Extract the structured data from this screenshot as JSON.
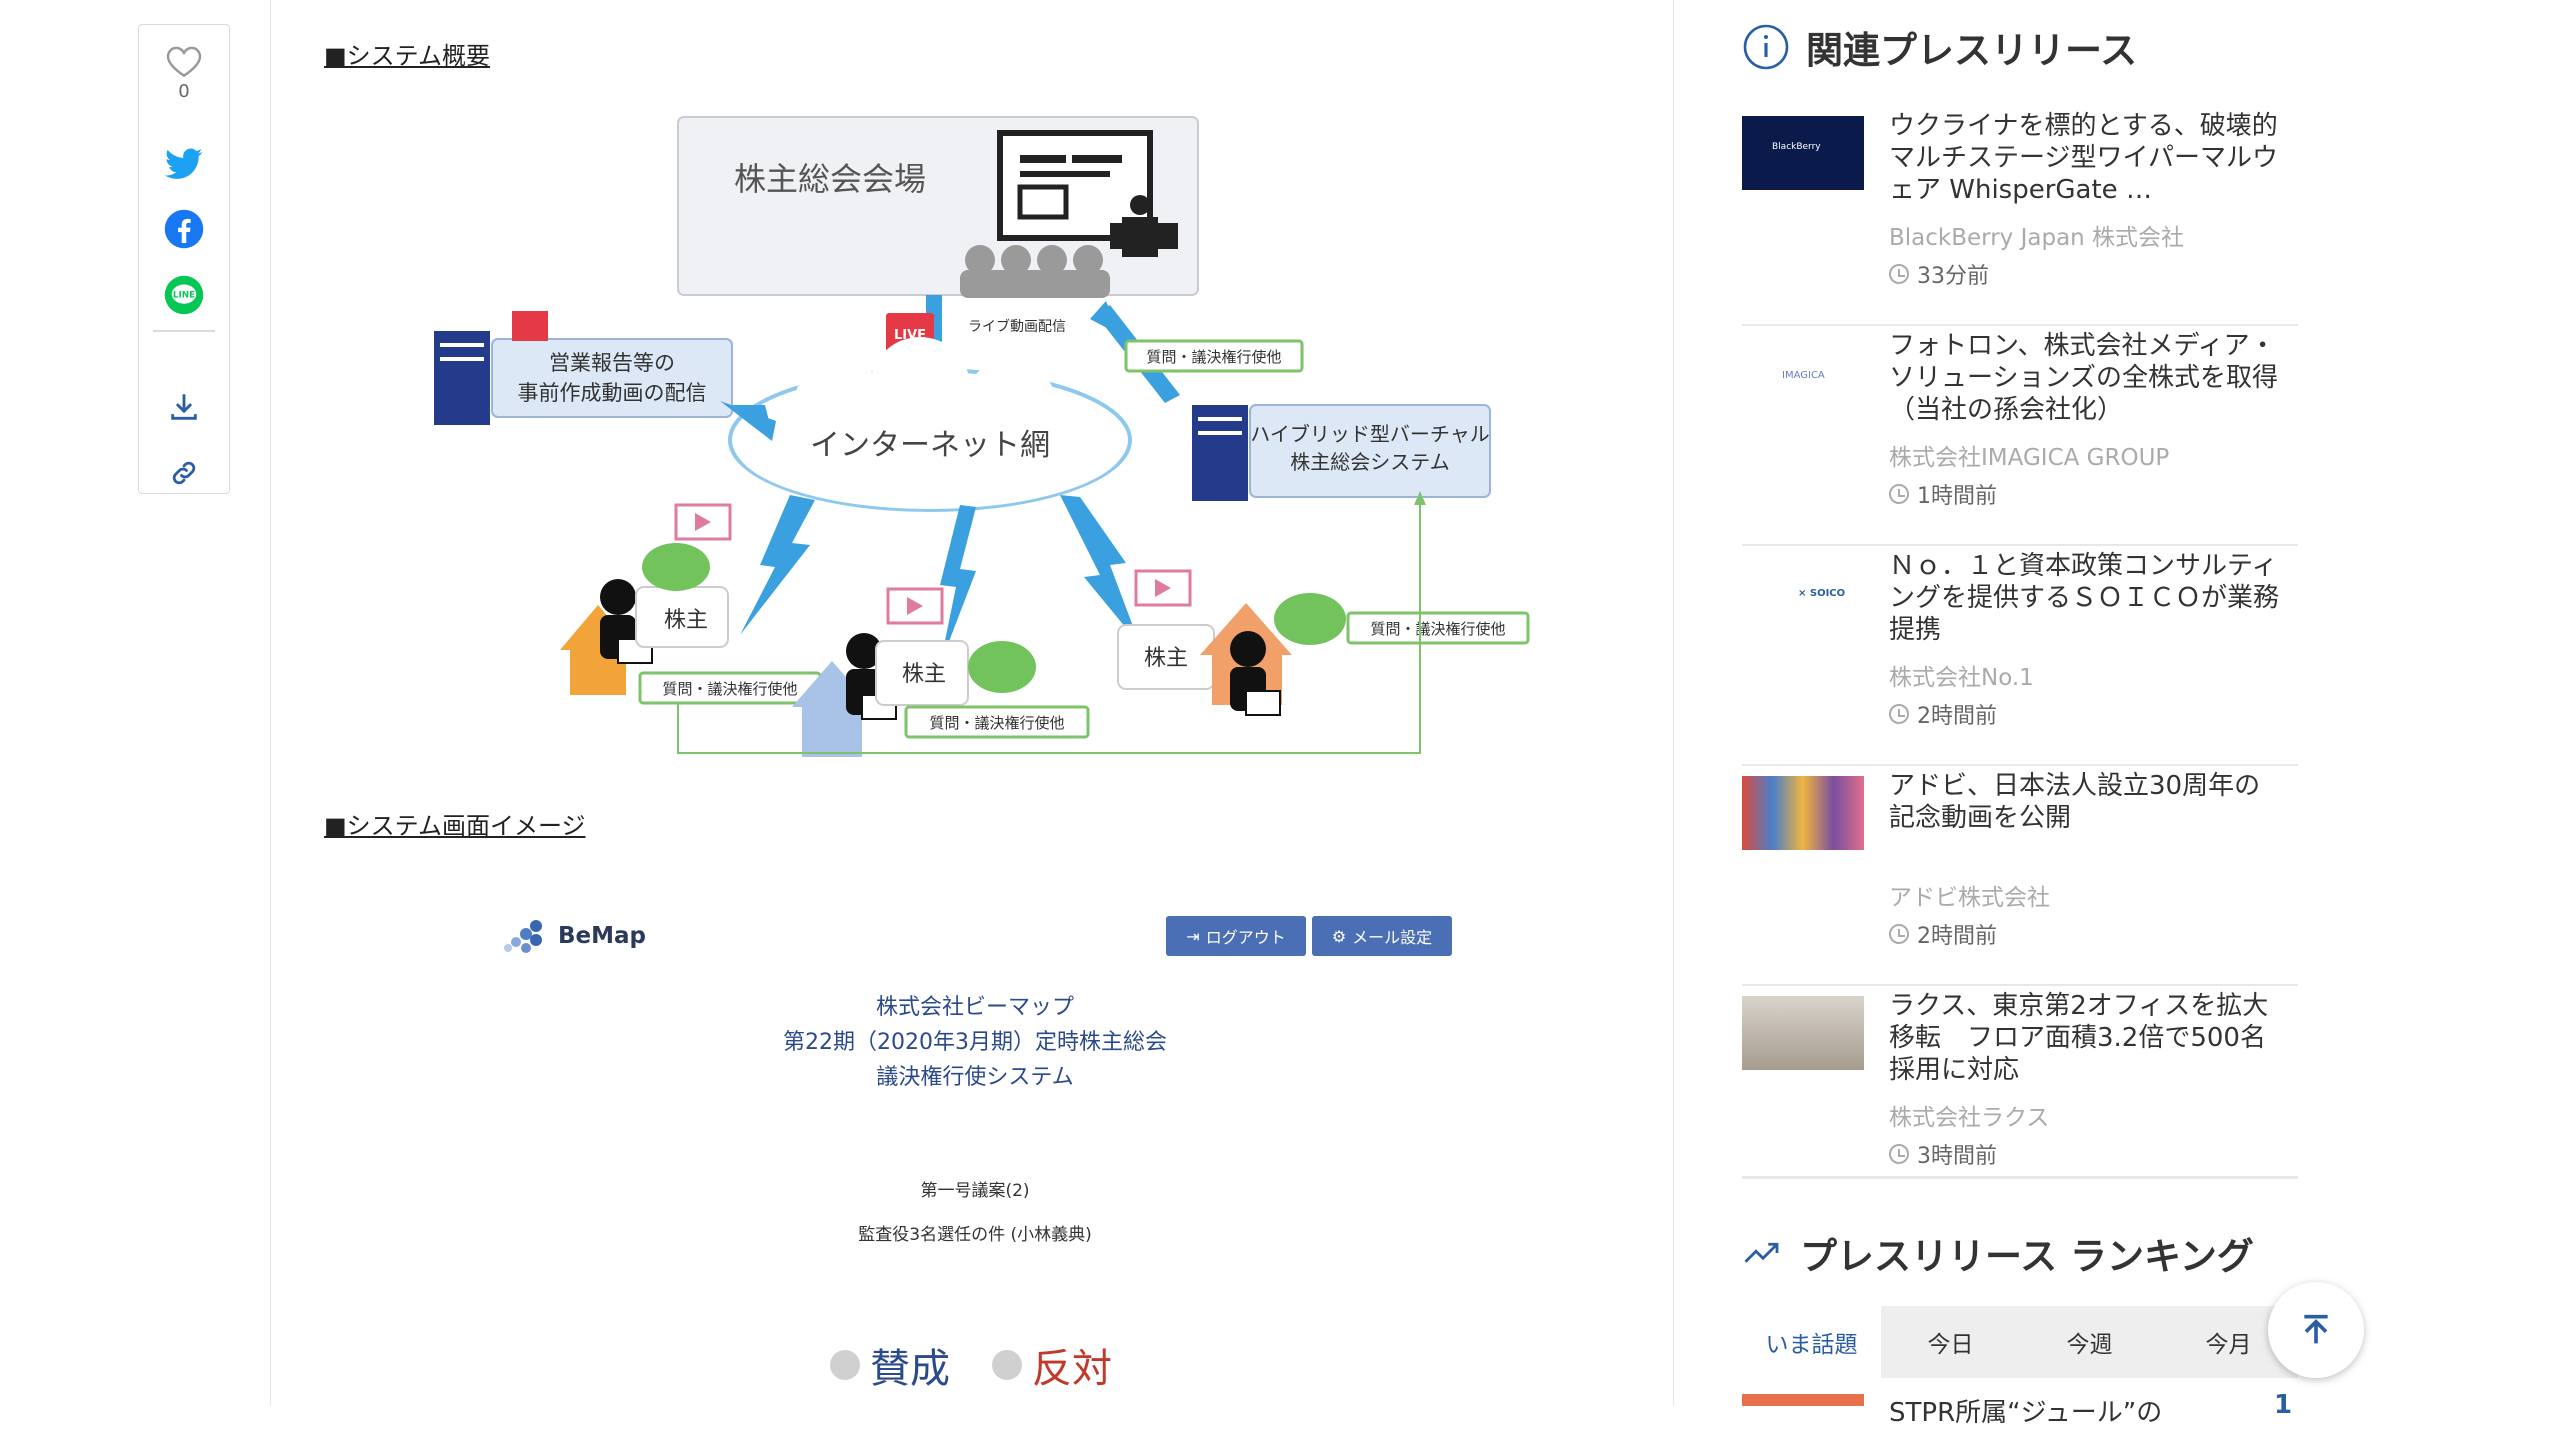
{
  "share": {
    "like_count": "0"
  },
  "article": {
    "heading_overview": "■システム概要",
    "heading_screen": "■システム画面イメージ",
    "diagram": {
      "venue": "株主総会会場",
      "live_label": "ライブ動画配信",
      "live_badge": "LIVE",
      "report": "営業報告等の\n事前作成動画の配信",
      "internet": "インターネット網",
      "hybrid": "ハイブリッド型バーチャル\n株主総会システム",
      "shareholder": "株主",
      "qa": "質問・議決権行使他"
    },
    "screen_image": {
      "logo": "BeMap",
      "logout": "ログアウト",
      "mail_settings": "メール設定",
      "company": "株式会社ビーマップ",
      "meeting": "第22期（2020年3月期）定時株主総会",
      "system": "議決権行使システム",
      "proposal": "第一号議案(2)",
      "proposal_detail": "監査役3名選任の件 (小林義典)",
      "approve": "賛成",
      "oppose": "反対"
    }
  },
  "sidebar": {
    "related_title": "関連プレスリリース",
    "related": [
      {
        "title": "ウクライナを標的とする、破壊的マルチステージ型ワイパーマルウェア WhisperGate …",
        "company": "BlackBerry Japan 株式会社",
        "time": "33分前",
        "thumb_text": "BlackBerry"
      },
      {
        "title": "フォトロン、株式会社メディア・ソリューションズの全株式を取得（当社の孫会社化）",
        "company": "株式会社IMAGICA GROUP",
        "time": "1時間前",
        "thumb_text": "IMAGICA"
      },
      {
        "title": "Ｎｏ．１と資本政策コンサルティングを提供するＳＯＩＣＯが業務提携",
        "company": "株式会社No.1",
        "time": "2時間前",
        "thumb_text": "× SOICO"
      },
      {
        "title": "アドビ、日本法人設立30周年の記念動画を公開",
        "company": "アドビ株式会社",
        "time": "2時間前",
        "thumb_text": ""
      },
      {
        "title": "ラクス、東京第2オフィスを拡大移転　フロア面積3.2倍で500名採用に対応",
        "company": "株式会社ラクス",
        "time": "3時間前",
        "thumb_text": ""
      }
    ],
    "ranking_title": "プレスリリース ランキング",
    "tabs": [
      "いま話題",
      "今日",
      "今週",
      "今月"
    ],
    "rank_preview": "STPR所属“ジュール”の",
    "rank_number": "1"
  },
  "colors": {
    "accent": "#2b5da6",
    "twitter": "#1da1f2",
    "facebook": "#1877f2",
    "line": "#06c755"
  }
}
